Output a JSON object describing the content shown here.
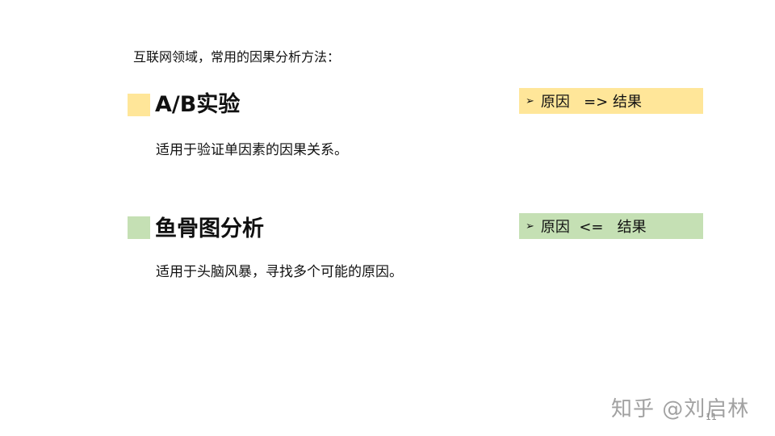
{
  "intro": "互联网领域，常用的因果分析方法：",
  "methods": [
    {
      "title": "A/B实验",
      "description": "适用于验证单因素的因果关系。",
      "relation": "原因   => 结果",
      "arrow_icon": "right-arrow-bullet-icon",
      "color": "#FFE699"
    },
    {
      "title": "鱼骨图分析",
      "description": "适用于头脑风暴，寻找多个可能的原因。",
      "relation": "原因  <=   结果",
      "arrow_icon": "right-arrow-bullet-icon",
      "color": "#C5E0B4"
    }
  ],
  "watermark": "知乎 @刘启林",
  "page_number": "11"
}
